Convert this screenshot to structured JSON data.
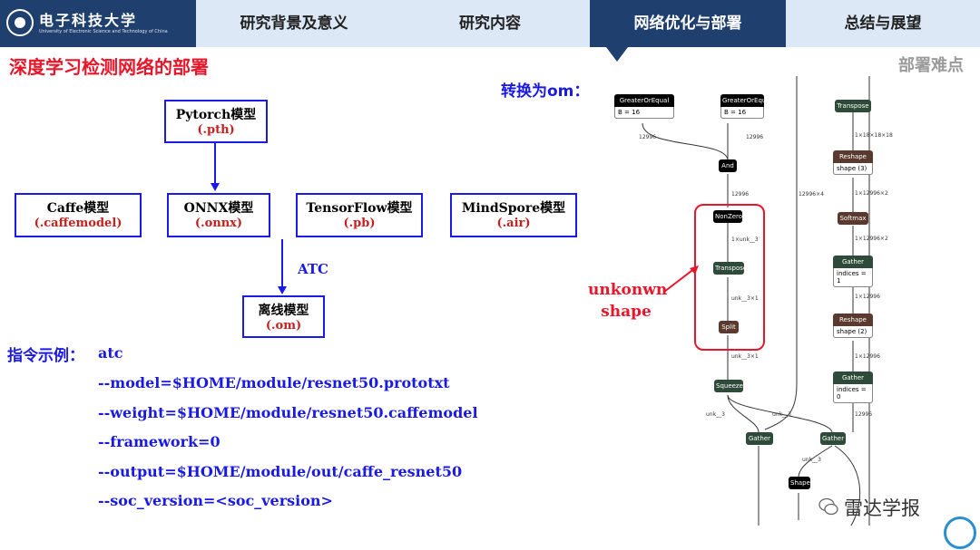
{
  "header": {
    "logo_cn": "电子科技大学",
    "logo_en": "University of Electronic Science and Technology of China",
    "tabs": [
      {
        "label": "研究背景及意义",
        "active": false
      },
      {
        "label": "研究内容",
        "active": false
      },
      {
        "label": "网络优化与部署",
        "active": true
      },
      {
        "label": "总结与展望",
        "active": false
      }
    ],
    "accent_color": "#1f3f6e"
  },
  "page": {
    "title": "深度学习检测网络的部署",
    "subtitle": "部署难点",
    "title_color": "#e8162a"
  },
  "flow": {
    "pytorch": {
      "name": "Pytorch模型",
      "ext": "(.pth)"
    },
    "caffe": {
      "name": "Caffe模型",
      "ext": "(.caffemodel)"
    },
    "onnx": {
      "name": "ONNX模型",
      "ext": "(.onnx)"
    },
    "tensorflow": {
      "name": "TensorFlow模型",
      "ext": "(.pb)"
    },
    "mindspore": {
      "name": "MindSpore模型",
      "ext": "(.air)"
    },
    "atc_label": "ATC",
    "offline": {
      "name": "离线模型",
      "ext": "(.om)"
    }
  },
  "command": {
    "label": "指令示例：",
    "first": "atc",
    "lines": [
      "--model=$HOME/module/resnet50.prototxt",
      "--weight=$HOME/module/resnet50.caffemodel",
      "--framework=0",
      "--output=$HOME/module/out/caffe_resnet50",
      "--soc_version=<soc_version>"
    ]
  },
  "graph": {
    "convert_label": "转换为om：",
    "unknown_label": "unkonwn shape",
    "nodes": {
      "greater1": {
        "name": "GreaterOrEqual",
        "attr": "B = 16"
      },
      "greater2": {
        "name": "GreaterOrEqual",
        "attr": "B = 16"
      },
      "and": "And",
      "nonzero": "NonZero",
      "transpose1": "Transpose",
      "split": "Split",
      "squeeze": "Squeeze",
      "gather1": "Gather",
      "gather2": "Gather",
      "shape": "Shape",
      "transpose2": "Transpose",
      "reshape1": {
        "name": "Reshape",
        "attr": "shape (3)"
      },
      "softmax": "Softmax",
      "gather3": {
        "name": "Gather",
        "attr": "indices = 1"
      },
      "reshape2": {
        "name": "Reshape",
        "attr": "shape (2)"
      },
      "gather4": {
        "name": "Gather",
        "attr": "indices = 0"
      }
    },
    "edges": {
      "e1": "12996",
      "e2": "12996",
      "e3": "12996",
      "e4": "1×unk__3",
      "e5": "unk__3×1",
      "e6": "unk__3×1",
      "e7": "12996×4",
      "e8": "1×18×18×18",
      "e9": "1×12996×2",
      "e10": "1×12996×2",
      "e11": "1×12996",
      "e12": "1×12996",
      "e13": "12996",
      "e14": "unk__3",
      "e15": "unk__3",
      "e16": "unk__3"
    }
  },
  "watermark": "雷达学报"
}
